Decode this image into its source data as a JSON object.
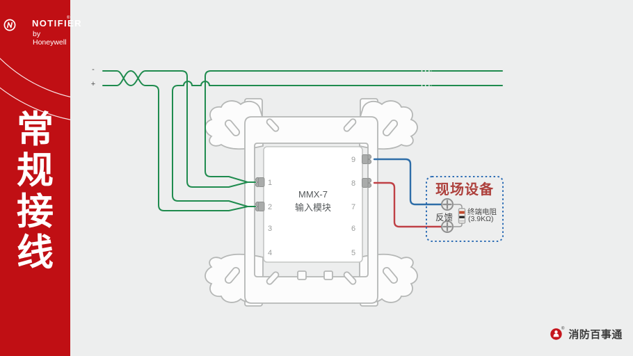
{
  "brand": {
    "name": "NOTIFIER",
    "registered": "®",
    "byline": "by Honeywell"
  },
  "sidebar": {
    "title": "常规接线",
    "title_chars": [
      "常",
      "规",
      "接",
      "线"
    ]
  },
  "bus": {
    "minus_label": "-",
    "plus_label": "+"
  },
  "module": {
    "name_line1": "MMX-7",
    "name_line2": "输入模块",
    "terminals_left": [
      "1",
      "2",
      "3",
      "4"
    ],
    "terminals_right": [
      "9",
      "8",
      "7",
      "6",
      "5"
    ]
  },
  "field_device": {
    "title": "现场设备",
    "feedback_label": "反馈",
    "resistor_label": "终端电阻",
    "resistor_value": "(3.9KΩ)"
  },
  "footer_logo": {
    "text": "消防百事通",
    "registered": "®"
  },
  "colors": {
    "sidebar_red": "#c00f14",
    "wire_green": "#1f8b4e",
    "wire_blue": "#2e6da8",
    "wire_red": "#bf4045",
    "field_device_title": "#ad403c",
    "dashed_box_blue": "#2f6eb5",
    "background": "#edeeee"
  }
}
